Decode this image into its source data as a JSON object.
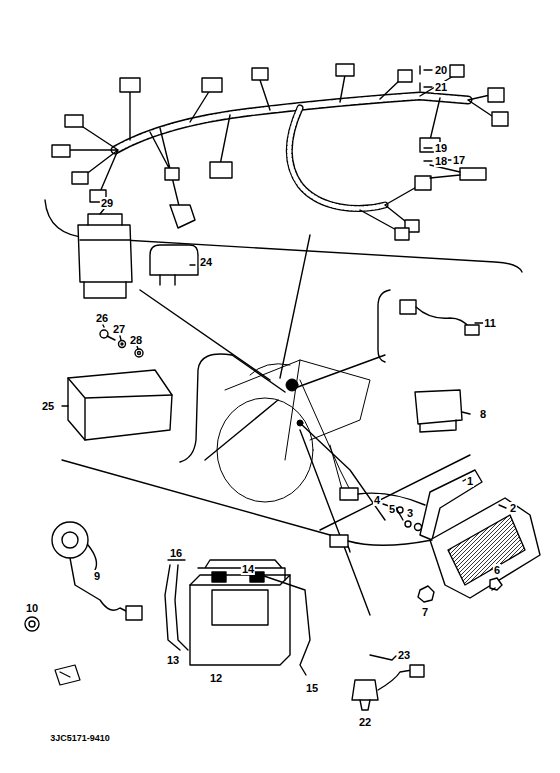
{
  "diagram": {
    "labels": [
      "20",
      "21",
      "19",
      "18",
      "17",
      "29",
      "24",
      "26",
      "27",
      "28",
      "25",
      "11",
      "8",
      "1",
      "4",
      "5",
      "3",
      "2",
      "9",
      "16",
      "14",
      "10",
      "7",
      "6",
      "23",
      "13",
      "12",
      "15",
      "22",
      "3JC5171-9410"
    ]
  }
}
